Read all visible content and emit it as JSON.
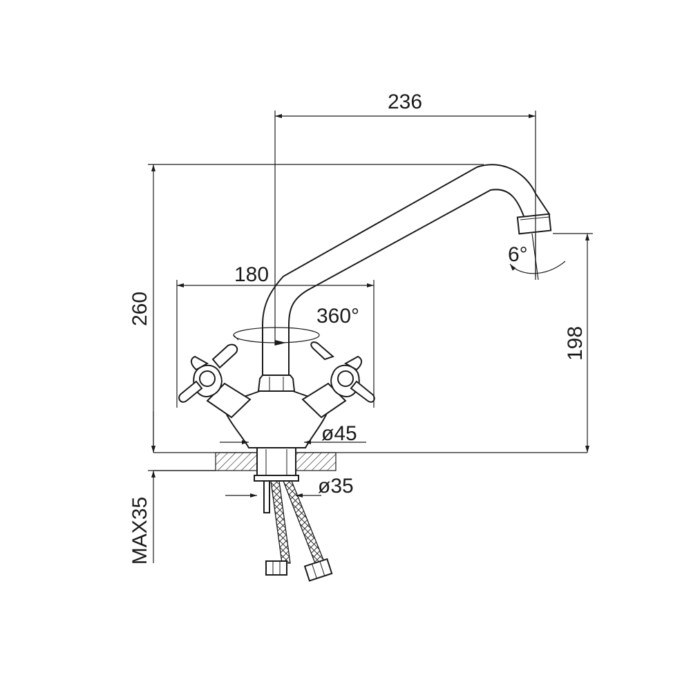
{
  "diagram": {
    "dimensions": {
      "spout_reach": "236",
      "total_height": "260",
      "base_width": "180",
      "spout_height": "198",
      "base_diameter": "ø45",
      "hole_diameter": "ø35",
      "max_counter_thickness": "MAX35"
    },
    "annotations": {
      "swivel_angle": "360°",
      "aerator_tilt": "6°"
    }
  }
}
